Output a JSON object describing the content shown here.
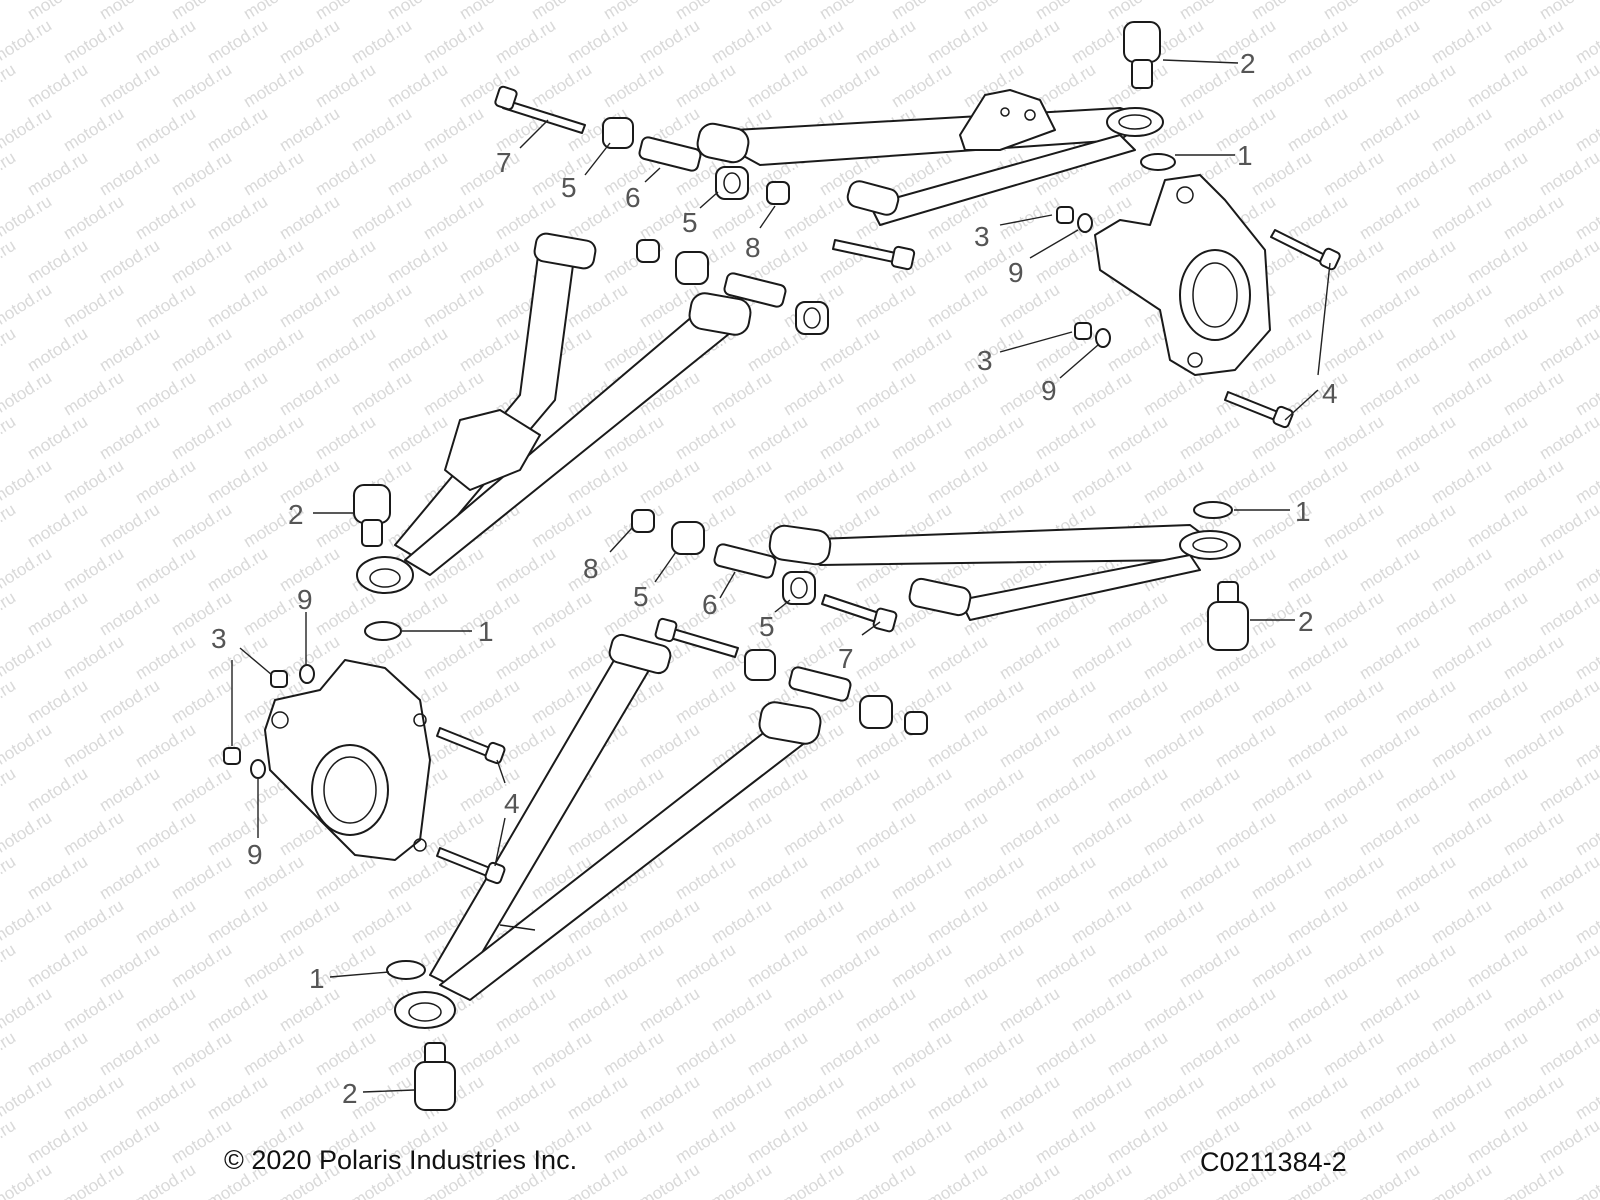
{
  "watermark": {
    "text": "motod.ru"
  },
  "footer": {
    "copyright": "© 2020 Polaris Industries Inc.",
    "diagram_code": "C0211384-2"
  },
  "callouts": [
    {
      "id": "c01",
      "label": "2"
    },
    {
      "id": "c02",
      "label": "1"
    },
    {
      "id": "c03",
      "label": "7"
    },
    {
      "id": "c04",
      "label": "5"
    },
    {
      "id": "c05",
      "label": "6"
    },
    {
      "id": "c06",
      "label": "5"
    },
    {
      "id": "c07",
      "label": "8"
    },
    {
      "id": "c08",
      "label": "3"
    },
    {
      "id": "c09",
      "label": "9"
    },
    {
      "id": "c10",
      "label": "3"
    },
    {
      "id": "c11",
      "label": "9"
    },
    {
      "id": "c12",
      "label": "4"
    },
    {
      "id": "c13",
      "label": "2"
    },
    {
      "id": "c14",
      "label": "1"
    },
    {
      "id": "c15",
      "label": "8"
    },
    {
      "id": "c16",
      "label": "5"
    },
    {
      "id": "c17",
      "label": "6"
    },
    {
      "id": "c18",
      "label": "5"
    },
    {
      "id": "c19",
      "label": "7"
    },
    {
      "id": "c20",
      "label": "2"
    },
    {
      "id": "c21",
      "label": "9"
    },
    {
      "id": "c22",
      "label": "3"
    },
    {
      "id": "c23",
      "label": "1"
    },
    {
      "id": "c24",
      "label": "4"
    },
    {
      "id": "c25",
      "label": "9"
    },
    {
      "id": "c26",
      "label": "1"
    },
    {
      "id": "c27",
      "label": "2"
    }
  ]
}
